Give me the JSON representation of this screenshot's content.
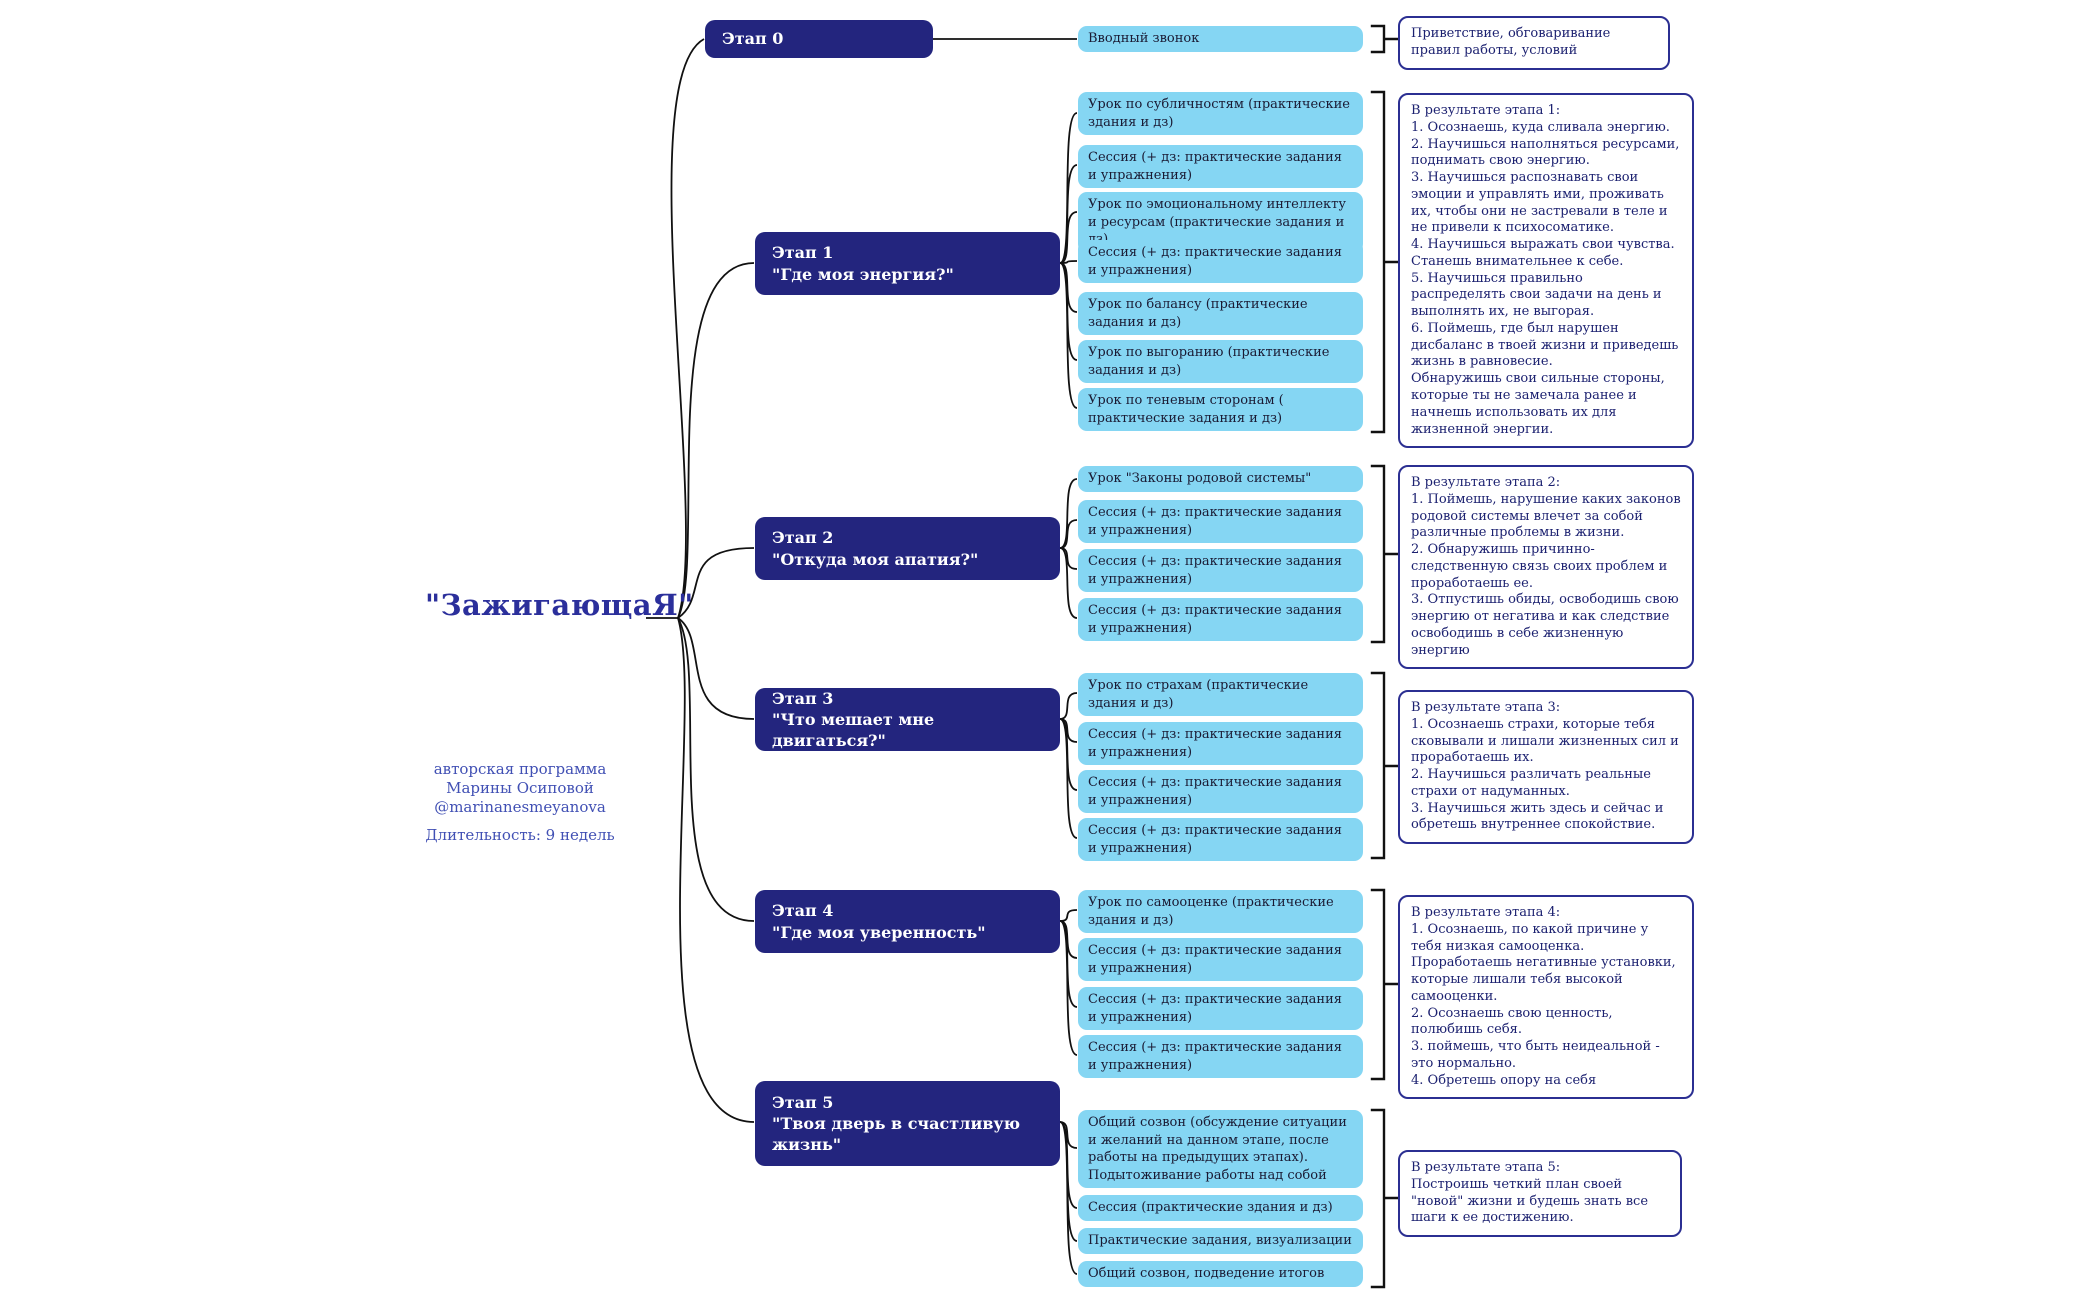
{
  "root": {
    "title": "\"ЗажигающаЯ\"",
    "author_line1": "авторская программа",
    "author_line2": "Марины Осиповой",
    "author_line3": "@marinanesmeyanova",
    "duration": "Длительность: 9 недель"
  },
  "colors": {
    "stage_bg": "#23257e",
    "lesson_bg": "#85d6f3",
    "result_border": "#2b2f92",
    "title_text": "#2b2f9b",
    "connector": "#111111"
  },
  "stages": [
    {
      "label": "Этап 0",
      "subtitle": "",
      "lessons": [
        "Вводный звонок"
      ],
      "result": "Приветствие, обговаривание правил работы, условий"
    },
    {
      "label": "Этап 1",
      "subtitle": "\"Где моя энергия?\"",
      "lessons": [
        "Урок по субличностям (практические здания и дз)",
        "Сессия (+ дз: практические задания и упражнения)",
        "Урок по эмоциональному интеллекту и ресурсам (практические задания и дз)",
        "Сессия (+ дз: практические задания и упражнения)",
        "Урок по балансу (практические задания и дз)",
        "Урок по выгоранию  (практические задания и дз)",
        "Урок по теневым сторонам ( практические задания и дз)"
      ],
      "result": "В результате этапа 1:\n1. Осознаешь, куда сливала энергию.\n2. Научишься наполняться ресурсами, поднимать свою энергию.\n3. Научишься распознавать свои эмоции и управлять ими, проживать их, чтобы они не застревали в теле и не привели к психосоматике.\n4. Научишься выражать свои чувства. Станешь внимательнее к себе.\n5. Научишься правильно распределять свои задачи на день и выполнять их, не выгорая.\n6. Поймешь, где был нарушен дисбаланс в твоей жизни и приведешь жизнь в равновесие.\nОбнаружишь свои сильные стороны, которые ты не замечала ранее и начнешь использовать их для жизненной энергии."
    },
    {
      "label": "Этап 2",
      "subtitle": "\"Откуда моя  апатия?\"",
      "lessons": [
        "Урок \"Законы родовой системы\"",
        "Сессия (+ дз: практические задания и упражнения)",
        "Сессия (+ дз: практические задания и упражнения)",
        "Сессия (+ дз: практические задания и упражнения)"
      ],
      "result": "В результате этапа 2:\n1. Поймешь, нарушение каких законов родовой системы влечет за собой различные проблемы в жизни.\n2. Обнаружишь причинно-следственную связь своих проблем и проработаешь ее.\n3. Отпустишь обиды, освободишь свою энергию от негатива и как следствие освободишь в себе жизненную энергию"
    },
    {
      "label": "Этап 3",
      "subtitle": "\"Что мешает мне двигаться?\"",
      "lessons": [
        "Урок по страхам (практические здания и дз)",
        "Сессия (+ дз: практические задания и упражнения)",
        "Сессия (+ дз: практические задания и упражнения)",
        "Сессия (+ дз: практические задания и упражнения)"
      ],
      "result": "В результате этапа 3:\n1. Осознаешь страхи, которые тебя сковывали и лишали жизненных сил и проработаешь их.\n2. Научишься различать реальные страхи от надуманных.\n3. Научишься жить здесь и сейчас и обретешь внутреннее спокойствие."
    },
    {
      "label": "Этап 4",
      "subtitle": "\"Где моя уверенность\"",
      "lessons": [
        "Урок по самооценке (практические здания и дз)",
        "Сессия (+ дз: практические задания и упражнения)",
        "Сессия (+ дз: практические задания и упражнения)",
        "Сессия (+ дз: практические задания и упражнения)"
      ],
      "result": "В результате этапа 4:\n1. Осознаешь, по какой причине у тебя низкая самооценка. Проработаешь негативные установки, которые лишали тебя высокой самооценки.\n2. Осознаешь свою ценность, полюбишь себя.\n3. поймешь, что быть неидеальной - это нормально.\n4. Обретешь опору на себя"
    },
    {
      "label": "Этап 5",
      "subtitle": "\"Твоя дверь в счастливую жизнь\"",
      "lessons": [
        "Общий созвон (обсуждение ситуации и желаний на данном этапе, после работы на предыдущих этапах). Подытоживание работы над собой",
        "Сессия (практические здания и дз)",
        "Практические задания, визуализации",
        "Общий созвон, подведение итогов"
      ],
      "result": "В результате этапа 5:\nПостроишь четкий план своей \"новой\" жизни и будешь знать все шаги к ее достижению."
    }
  ]
}
